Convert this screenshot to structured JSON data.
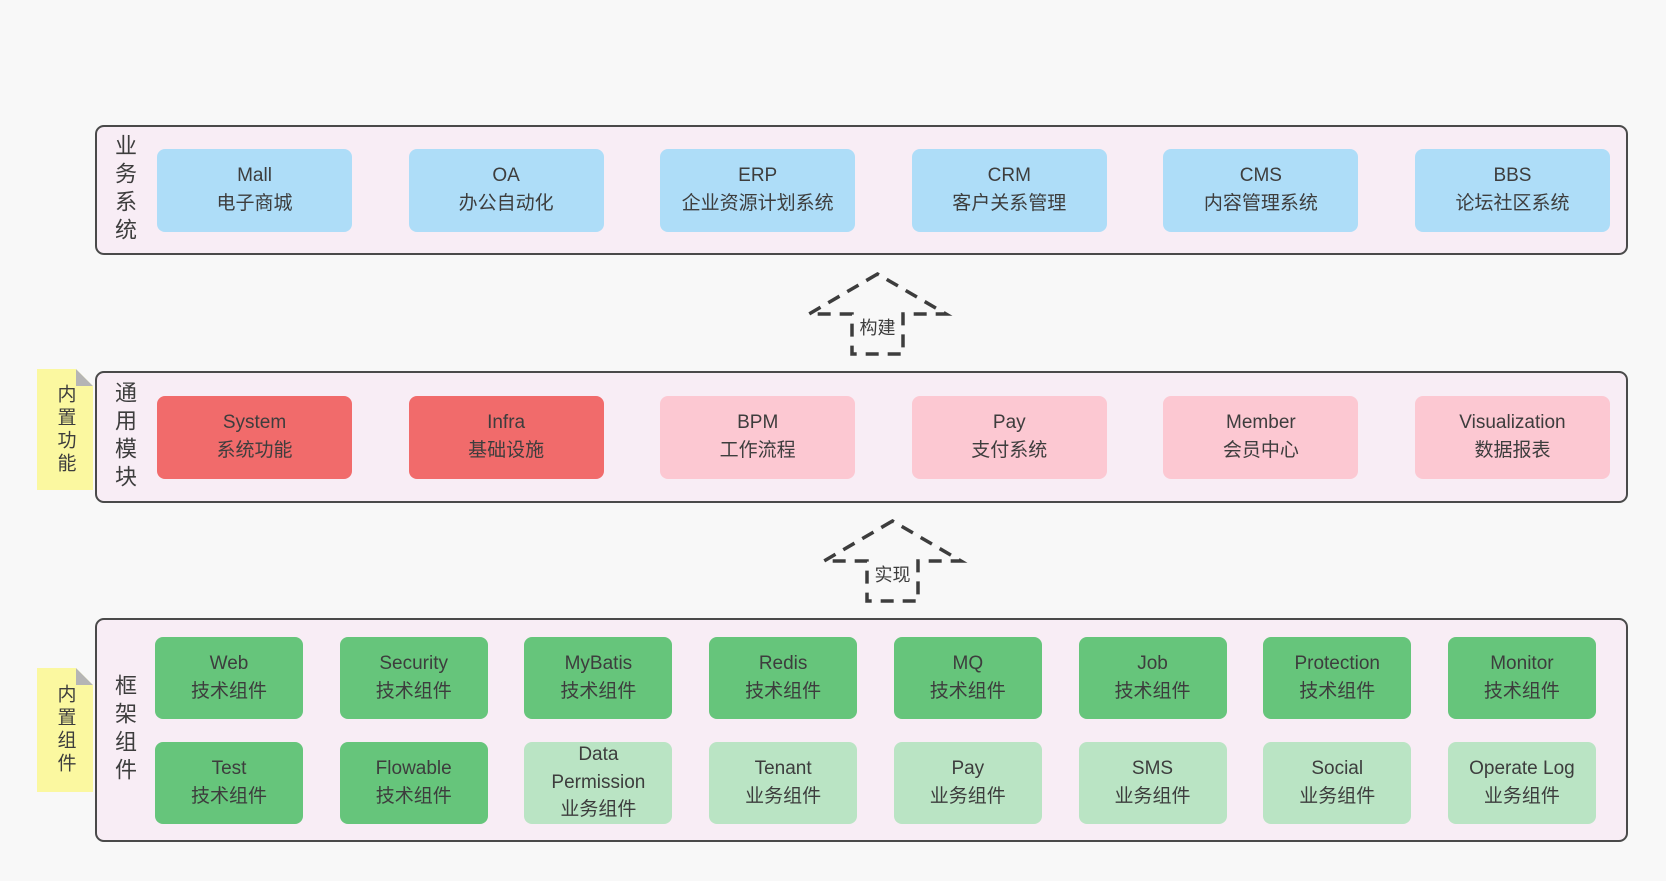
{
  "colors": {
    "page_bg": "#f8f8f8",
    "panel_bg": "#f8edf5",
    "panel_border": "#4a4a4a",
    "text": "#3d3d3d",
    "sticky_yellow": "#fbf8a0",
    "sticky_fold": "#b5b5b5",
    "blue": "#aeddf8",
    "red": "#f16b6b",
    "pink": "#fcc8d2",
    "green": "#66c57b",
    "light_green": "#bae4c4"
  },
  "sections": [
    {
      "id": "business-systems",
      "side_label": "业务系统",
      "sticky_note": null,
      "box_size": "wide",
      "rows": [
        [
          {
            "title": "Mall",
            "subtitle": "电子商城",
            "color": "blue"
          },
          {
            "title": "OA",
            "subtitle": "办公自动化",
            "color": "blue"
          },
          {
            "title": "ERP",
            "subtitle": "企业资源计划系统",
            "color": "blue"
          },
          {
            "title": "CRM",
            "subtitle": "客户关系管理",
            "color": "blue"
          },
          {
            "title": "CMS",
            "subtitle": "内容管理系统",
            "color": "blue"
          },
          {
            "title": "BBS",
            "subtitle": "论坛社区系统",
            "color": "blue"
          }
        ]
      ]
    },
    {
      "id": "common-modules",
      "side_label": "通用模块",
      "sticky_note": "内置功能",
      "box_size": "wide",
      "rows": [
        [
          {
            "title": "System",
            "subtitle": "系统功能",
            "color": "red"
          },
          {
            "title": "Infra",
            "subtitle": "基础设施",
            "color": "red"
          },
          {
            "title": "BPM",
            "subtitle": "工作流程",
            "color": "pink"
          },
          {
            "title": "Pay",
            "subtitle": "支付系统",
            "color": "pink"
          },
          {
            "title": "Member",
            "subtitle": "会员中心",
            "color": "pink"
          },
          {
            "title": "Visualization",
            "subtitle": "数据报表",
            "color": "pink"
          }
        ]
      ]
    },
    {
      "id": "framework-components",
      "side_label": "框架组件",
      "sticky_note": "内置组件",
      "box_size": "narrow",
      "rows": [
        [
          {
            "title": "Web",
            "subtitle": "技术组件",
            "color": "green"
          },
          {
            "title": "Security",
            "subtitle": "技术组件",
            "color": "green"
          },
          {
            "title": "MyBatis",
            "subtitle": "技术组件",
            "color": "green"
          },
          {
            "title": "Redis",
            "subtitle": "技术组件",
            "color": "green"
          },
          {
            "title": "MQ",
            "subtitle": "技术组件",
            "color": "green"
          },
          {
            "title": "Job",
            "subtitle": "技术组件",
            "color": "green"
          },
          {
            "title": "Protection",
            "subtitle": "技术组件",
            "color": "green"
          },
          {
            "title": "Monitor",
            "subtitle": "技术组件",
            "color": "green"
          }
        ],
        [
          {
            "title": "Test",
            "subtitle": "技术组件",
            "color": "green"
          },
          {
            "title": "Flowable",
            "subtitle": "技术组件",
            "color": "green"
          },
          {
            "title": "Data Permission",
            "subtitle": "业务组件",
            "color": "light_green"
          },
          {
            "title": "Tenant",
            "subtitle": "业务组件",
            "color": "light_green"
          },
          {
            "title": "Pay",
            "subtitle": "业务组件",
            "color": "light_green"
          },
          {
            "title": "SMS",
            "subtitle": "业务组件",
            "color": "light_green"
          },
          {
            "title": "Social",
            "subtitle": "业务组件",
            "color": "light_green"
          },
          {
            "title": "Operate Log",
            "subtitle": "业务组件",
            "color": "light_green"
          }
        ]
      ]
    }
  ],
  "arrows": [
    {
      "label": "构建"
    },
    {
      "label": "实现"
    }
  ]
}
